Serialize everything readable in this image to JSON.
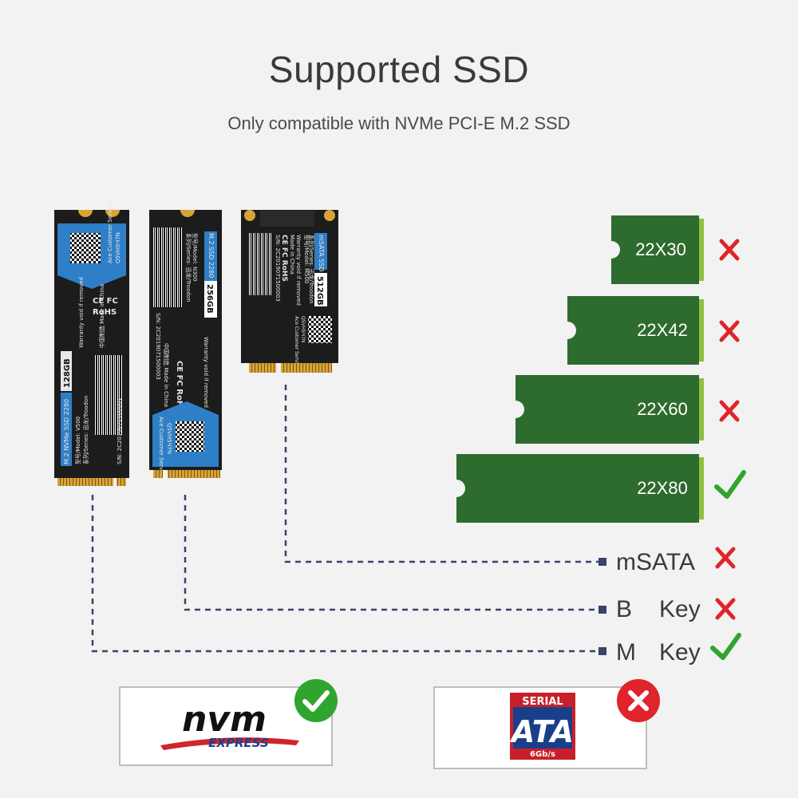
{
  "header": {
    "title": "Supported SSD",
    "subtitle": "Only compatible with NVMe PCI-E M.2 SSD"
  },
  "drives": [
    {
      "type": "m2-nvme",
      "line1": "M.2 NVMe SSD 2280",
      "capacity": "128GB",
      "model": "型号/Model: V500",
      "series": "系列/Series: 迅龙/Troodon",
      "sn": "S/N: 2C2019071500001",
      "warranty": "Warranty void if removed",
      "brand_tag": "Ace Customer Service",
      "brand_code": "Q5VH5Ч7N",
      "made_in": "中国制造 Made in China"
    },
    {
      "type": "m2-sata",
      "line1": "M.2 SSD 2280",
      "capacity": "256GB",
      "model": "型号/Model: N300",
      "series": "系列/Series: 迅龙/Troodon",
      "sn": "S/N: 2C2019071500003",
      "warranty": "Warranty void if removed",
      "brand_tag": "Ace Customer Service",
      "brand_code": "Q5VH5Ч7N",
      "made_in": "中国制造 Made in China"
    },
    {
      "type": "msata",
      "line1": "mSATA SSD",
      "capacity": "512GB",
      "model": "型号/Model: M500",
      "series": "系列/Series: 迅龙/Troodon",
      "sn": "S/N: 2C2019071500003",
      "warranty": "Warranty void if removed",
      "brand_tag": "Ace Customer Service",
      "brand_code": "Q5VH5Ч7N",
      "made_in": "Made in China"
    }
  ],
  "sizes": [
    {
      "label": "22X30",
      "supported": false
    },
    {
      "label": "22X42",
      "supported": false
    },
    {
      "label": "22X60",
      "supported": false
    },
    {
      "label": "22X80",
      "supported": true
    }
  ],
  "keys": [
    {
      "label": "mSATA",
      "label2": "",
      "supported": false
    },
    {
      "label": "B",
      "label2": "Key",
      "supported": false
    },
    {
      "label": "M",
      "label2": "Key",
      "supported": true
    }
  ],
  "logos": {
    "nvme_main": "nvm",
    "nvme_sub": "EXPRESS",
    "nvme_supported": true,
    "sata_top": "SERIAL",
    "sata_main": "ATA",
    "sata_sub": "6Gb/s",
    "sata_supported": false
  },
  "colors": {
    "background": "#f2f2f2",
    "pcb": "#1c1c1c",
    "size_card": "#2e6b2e",
    "check": "#2fa52f",
    "cross": "#e0242b",
    "dashed_line": "#3a4466"
  }
}
